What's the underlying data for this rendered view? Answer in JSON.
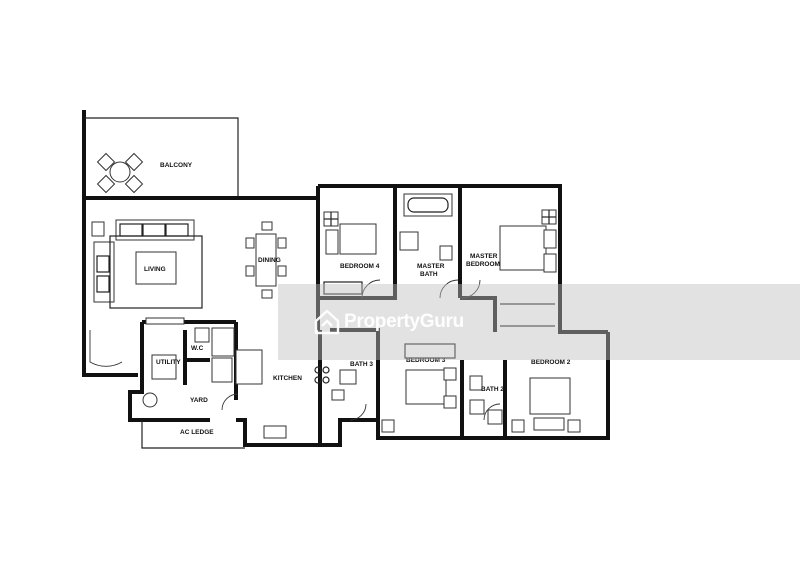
{
  "rooms": {
    "balcony": "BALCONY",
    "living": "LIVING",
    "dining": "DINING",
    "bedroom4": "BEDROOM 4",
    "master_bath_line1": "MASTER",
    "master_bath_line2": "BATH",
    "master_bedroom_line1": "MASTER",
    "master_bedroom_line2": "BEDROOM",
    "utility": "UTILITY",
    "wc": "W.C",
    "yard": "YARD",
    "kitchen": "KITCHEN",
    "ac_ledge": "AC LEDGE",
    "bath3": "BATH 3",
    "bedroom3": "BEDROOM 3",
    "bath2": "BATH 2",
    "bedroom2": "BEDROOM 2"
  },
  "watermark": {
    "text": "PropertyGuru",
    "icon": "propertyguru-logo-icon"
  }
}
